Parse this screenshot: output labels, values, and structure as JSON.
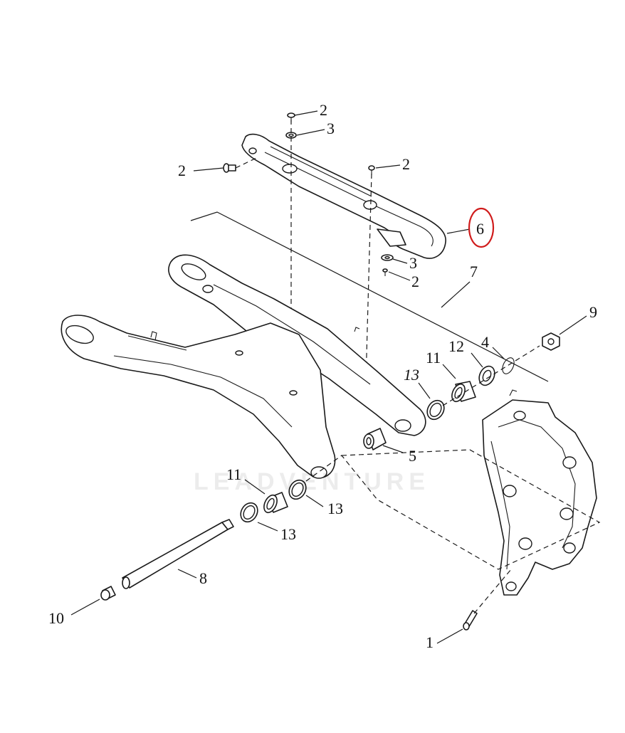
{
  "diagram": {
    "watermark": "LEADVENTURE",
    "callouts": [
      {
        "id": "c2a",
        "label": "2"
      },
      {
        "id": "c3a",
        "label": "3"
      },
      {
        "id": "c2b",
        "label": "2"
      },
      {
        "id": "c2c",
        "label": "2"
      },
      {
        "id": "c6",
        "label": "6",
        "highlighted": true
      },
      {
        "id": "c3b",
        "label": "3"
      },
      {
        "id": "c2d",
        "label": "2"
      },
      {
        "id": "c7",
        "label": "7"
      },
      {
        "id": "c9",
        "label": "9"
      },
      {
        "id": "c12",
        "label": "12"
      },
      {
        "id": "c4",
        "label": "4"
      },
      {
        "id": "c11a",
        "label": "11"
      },
      {
        "id": "c13a",
        "label": "13"
      },
      {
        "id": "c5",
        "label": "5"
      },
      {
        "id": "c11b",
        "label": "11"
      },
      {
        "id": "c13b",
        "label": "13"
      },
      {
        "id": "c13c",
        "label": "13"
      },
      {
        "id": "c8",
        "label": "8"
      },
      {
        "id": "c10",
        "label": "10"
      },
      {
        "id": "c1",
        "label": "1"
      }
    ],
    "highlight_color": "#d01c1c"
  }
}
